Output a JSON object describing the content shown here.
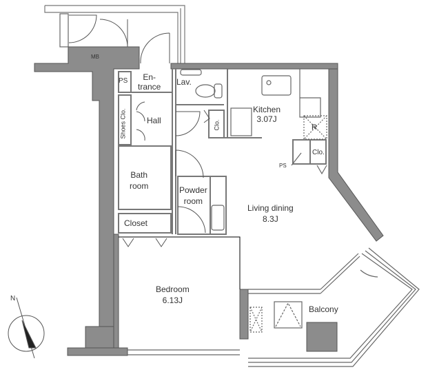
{
  "floor_plan": {
    "wall_color": "#8c8c8c",
    "line_color": "#555555",
    "rooms": [
      {
        "id": "mb",
        "label": "MB"
      },
      {
        "id": "ps1",
        "label": "PS"
      },
      {
        "id": "entrance",
        "label": "En-\ntrance"
      },
      {
        "id": "lav",
        "label": "Lav."
      },
      {
        "id": "shoes",
        "label": "Shoes Clo."
      },
      {
        "id": "hall",
        "label": "Hall"
      },
      {
        "id": "clo1",
        "label": "Clo."
      },
      {
        "id": "kitchen",
        "label": "Kitchen",
        "size": "3.07J"
      },
      {
        "id": "refrigerator",
        "label": "R"
      },
      {
        "id": "ps2",
        "label": "PS"
      },
      {
        "id": "clo2",
        "label": "Clo."
      },
      {
        "id": "bath",
        "label": "Bath\nroom"
      },
      {
        "id": "powder",
        "label": "Powder\nroom"
      },
      {
        "id": "closet",
        "label": "Closet"
      },
      {
        "id": "living",
        "label": "Living dining",
        "size": "8.3J"
      },
      {
        "id": "bedroom",
        "label": "Bedroom",
        "size": "6.13J"
      },
      {
        "id": "balcony",
        "label": "Balcony"
      }
    ],
    "compass": {
      "label": "N"
    }
  }
}
